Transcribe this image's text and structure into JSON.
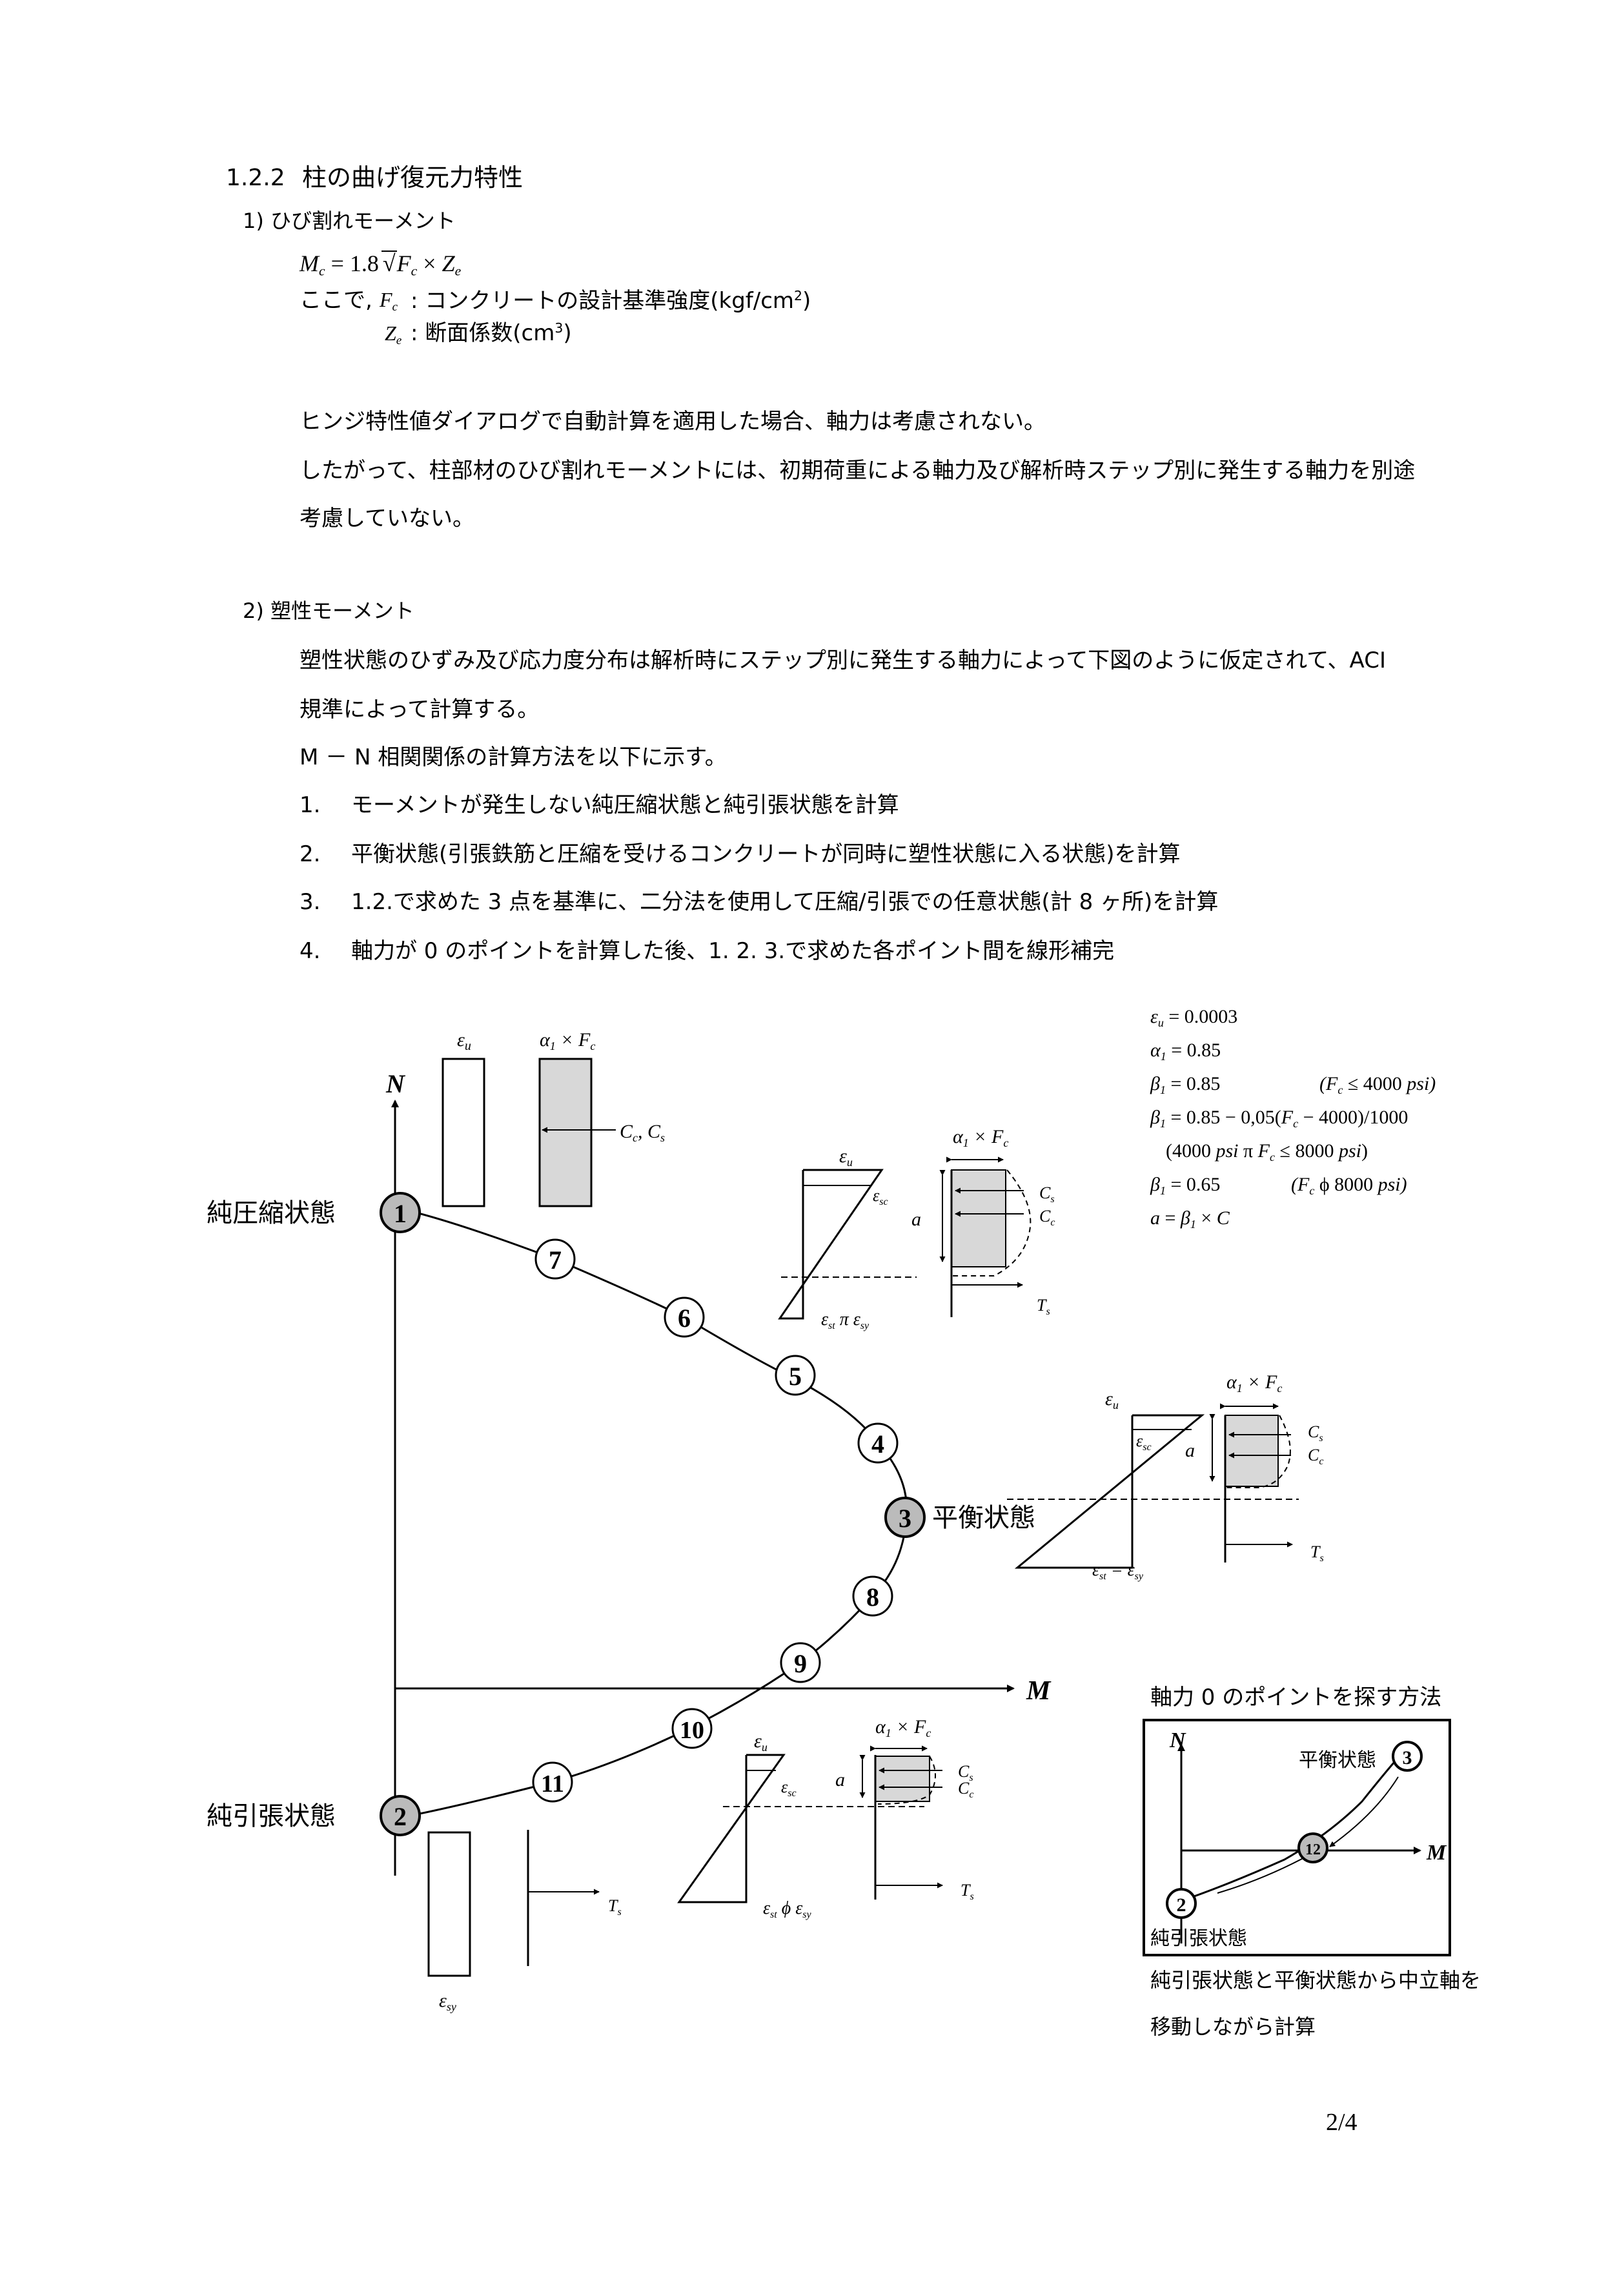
{
  "section": {
    "number": "1.2.2",
    "title": "柱の曲げ復元力特性"
  },
  "crack": {
    "heading": "1) ひび割れモーメント",
    "formula": "M_c = 1.8√F_c × Z_e",
    "where_prefix": "ここで,",
    "fc_desc": ": コンクリートの設計基準強度(kgf/cm",
    "fc_unit_sup": "2",
    "ze_desc": ": 断面係数(cm",
    "ze_unit_sup": "3",
    "para1": "ヒンジ特性値ダイアログで自動計算を適用した場合、軸力は考慮されない。",
    "para2": "したがって、柱部材のひび割れモーメントには、初期荷重による軸力及び解析時ステップ別に発生する軸力を別途",
    "para3": "考慮していない。"
  },
  "plastic": {
    "heading": "2) 塑性モーメント",
    "para1": "塑性状態のひずみ及び応力度分布は解析時にステップ別に発生する軸力によって下図のように仮定されて、ACI",
    "para2": "規準によって計算する。",
    "para3": "M － N 相関関係の計算方法を以下に示す。",
    "steps": [
      {
        "num": "1.",
        "text": "モーメントが発生しない純圧縮状態と純引張状態を計算"
      },
      {
        "num": "2.",
        "text": "平衡状態(引張鉄筋と圧縮を受けるコンクリートが同時に塑性状態に入る状態)を計算"
      },
      {
        "num": "3.",
        "text": "1.2.で求めた 3 点を基準に、二分法を使用して圧縮/引張での任意状態(計 8 ヶ所)を計算"
      },
      {
        "num": "4.",
        "text": "軸力が 0 のポイントを計算した後、1.  2.  3.で求めた各ポイント間を線形補完"
      }
    ]
  },
  "diagram": {
    "axis_n": "N",
    "axis_m": "M",
    "state_pure_compression": "純圧縮状態",
    "state_pure_tension": "純引張状態",
    "state_balanced": "平衡状態",
    "points": [
      "1",
      "2",
      "3",
      "4",
      "5",
      "6",
      "7",
      "8",
      "9",
      "10",
      "11"
    ],
    "eps_u": "ε",
    "constants": {
      "line1": "ε_u = 0.0003",
      "line2": "α_1 = 0.85",
      "line3": "β_1 = 0.85",
      "line3b": "(F_c ≤ 4000 psi)",
      "line4": "β_1 = 0.85 − 0,05(F_c − 4000)/1000",
      "line5": "(4000 psi π F_c ≤ 8000 psi)",
      "line6": "β_1 = 0.65",
      "line6b": "(F_c ϕ 8000 psi)",
      "line7": "a = β_1 × C"
    },
    "labels": {
      "alpha_fc": "α₁ × F",
      "cc_cs": "C",
      "a": "a",
      "ts": "T",
      "est_pi_esy": "ε",
      "est_eq_esy": "ε",
      "est_phi_esy": "ε"
    },
    "inset": {
      "title": "軸力 0 のポイントを探す方法",
      "n": "N",
      "m": "M",
      "balanced": "平衡状態",
      "tension": "純引張状態",
      "p2": "2",
      "p3": "3",
      "p12": "12",
      "note1": "純引張状態と平衡状態から中立軸を",
      "note2": "移動しながら計算"
    }
  },
  "page_number": "2/4"
}
